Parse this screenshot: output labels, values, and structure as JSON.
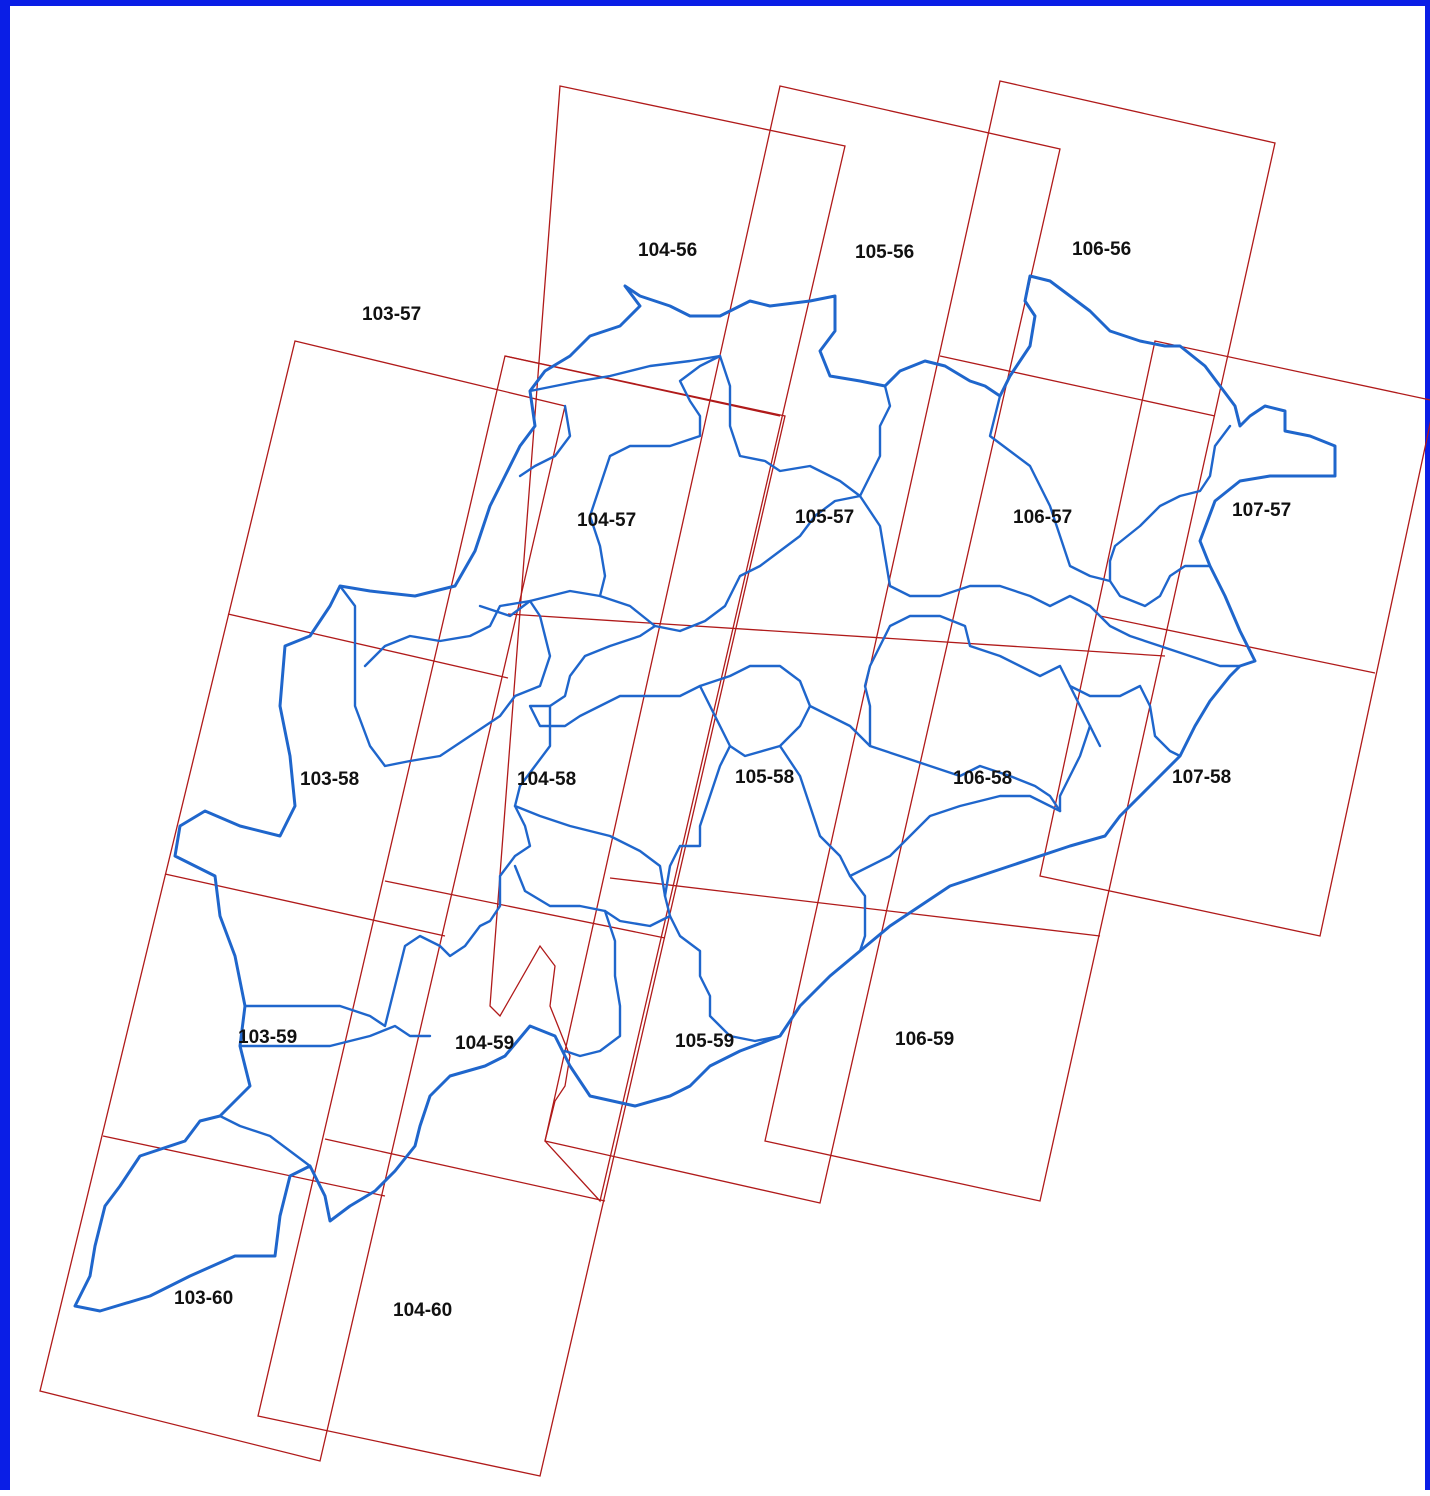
{
  "map": {
    "frame_color": "#0a1ee6",
    "grid_color": "#b01a1a",
    "boundary_color": "#1f66cc",
    "grid_tiles": [
      {
        "id": "104-56",
        "label": "104-56"
      },
      {
        "id": "105-56",
        "label": "105-56"
      },
      {
        "id": "106-56",
        "label": "106-56"
      },
      {
        "id": "103-57",
        "label": "103-57"
      },
      {
        "id": "104-57",
        "label": "104-57"
      },
      {
        "id": "105-57",
        "label": "105-57"
      },
      {
        "id": "106-57",
        "label": "106-57"
      },
      {
        "id": "107-57",
        "label": "107-57"
      },
      {
        "id": "103-58",
        "label": "103-58"
      },
      {
        "id": "104-58",
        "label": "104-58"
      },
      {
        "id": "105-58",
        "label": "105-58"
      },
      {
        "id": "106-58",
        "label": "106-58"
      },
      {
        "id": "107-58",
        "label": "107-58"
      },
      {
        "id": "103-59",
        "label": "103-59"
      },
      {
        "id": "104-59",
        "label": "104-59"
      },
      {
        "id": "105-59",
        "label": "105-59"
      },
      {
        "id": "106-59",
        "label": "106-59"
      },
      {
        "id": "103-60",
        "label": "103-60"
      },
      {
        "id": "104-60",
        "label": "104-60"
      }
    ]
  }
}
